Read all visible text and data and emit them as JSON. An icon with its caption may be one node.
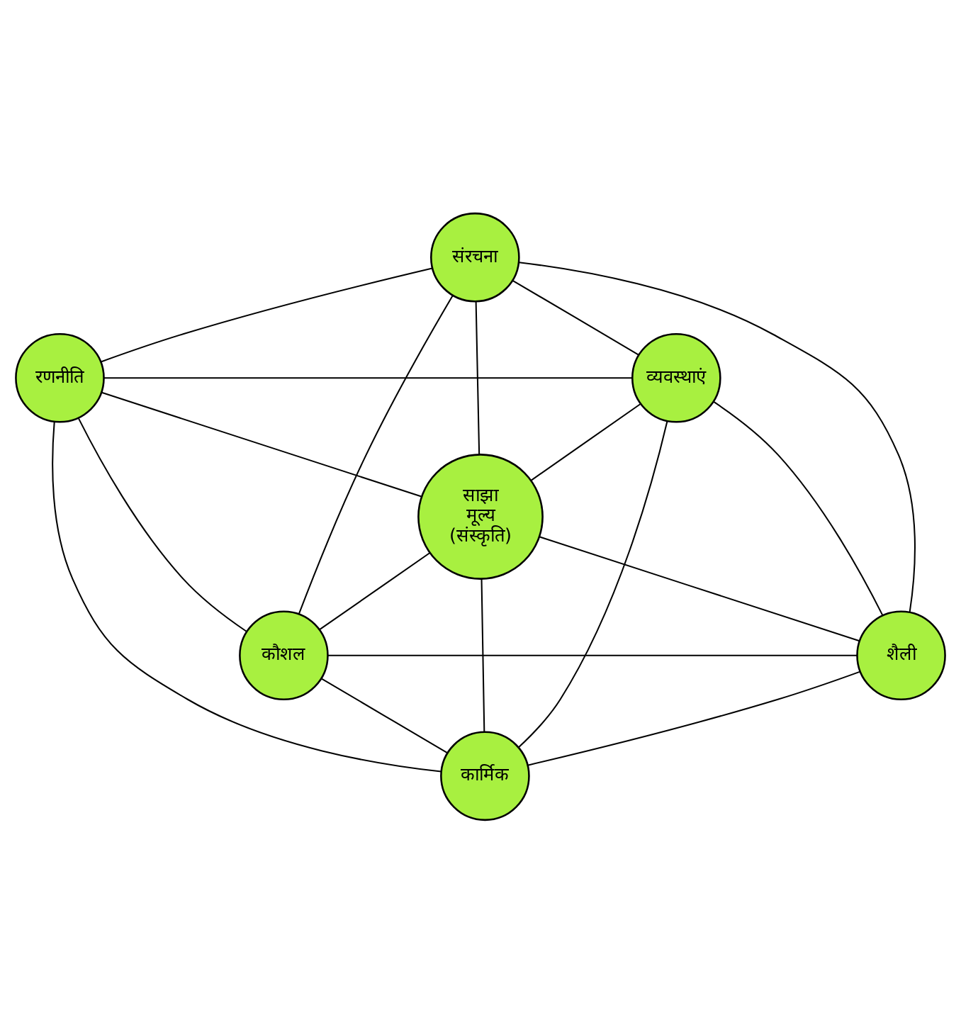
{
  "diagram": {
    "nodes": [
      {
        "text": [
          "संरचना"
        ]
      },
      {
        "text": [
          "रणनीति"
        ]
      },
      {
        "text": [
          "व्यवस्थाएं"
        ]
      },
      {
        "text": [
          "साझा मूल्य (संस्कृति)"
        ]
      },
      {
        "text": [
          "कौशल"
        ]
      },
      {
        "text": [
          "शैली"
        ]
      },
      {
        "text": [
          "कार्मिक"
        ]
      }
    ],
    "edges": [
      {
        "from": 0,
        "to": 1,
        "arrow": "none"
      },
      {
        "from": 0,
        "to": 2,
        "arrow": "none"
      },
      {
        "from": 0,
        "to": 3,
        "arrow": "none"
      },
      {
        "from": 0,
        "to": 4,
        "arrow": "none"
      },
      {
        "from": 0,
        "to": 5,
        "arrow": "none"
      },
      {
        "from": 1,
        "to": 2,
        "arrow": "none"
      },
      {
        "from": 1,
        "to": 3,
        "arrow": "none"
      },
      {
        "from": 1,
        "to": 4,
        "arrow": "none"
      },
      {
        "from": 1,
        "to": 6,
        "arrow": "none"
      },
      {
        "from": 2,
        "to": 3,
        "arrow": "none"
      },
      {
        "from": 2,
        "to": 5,
        "arrow": "none"
      },
      {
        "from": 2,
        "to": 6,
        "arrow": "none"
      },
      {
        "from": 3,
        "to": 4,
        "arrow": "none"
      },
      {
        "from": 3,
        "to": 5,
        "arrow": "none"
      },
      {
        "from": 3,
        "to": 6,
        "arrow": "none"
      },
      {
        "from": 4,
        "to": 5,
        "arrow": "none"
      },
      {
        "from": 4,
        "to": 6,
        "arrow": "none"
      },
      {
        "from": 5,
        "to": 6,
        "arrow": "none"
      }
    ]
  }
}
